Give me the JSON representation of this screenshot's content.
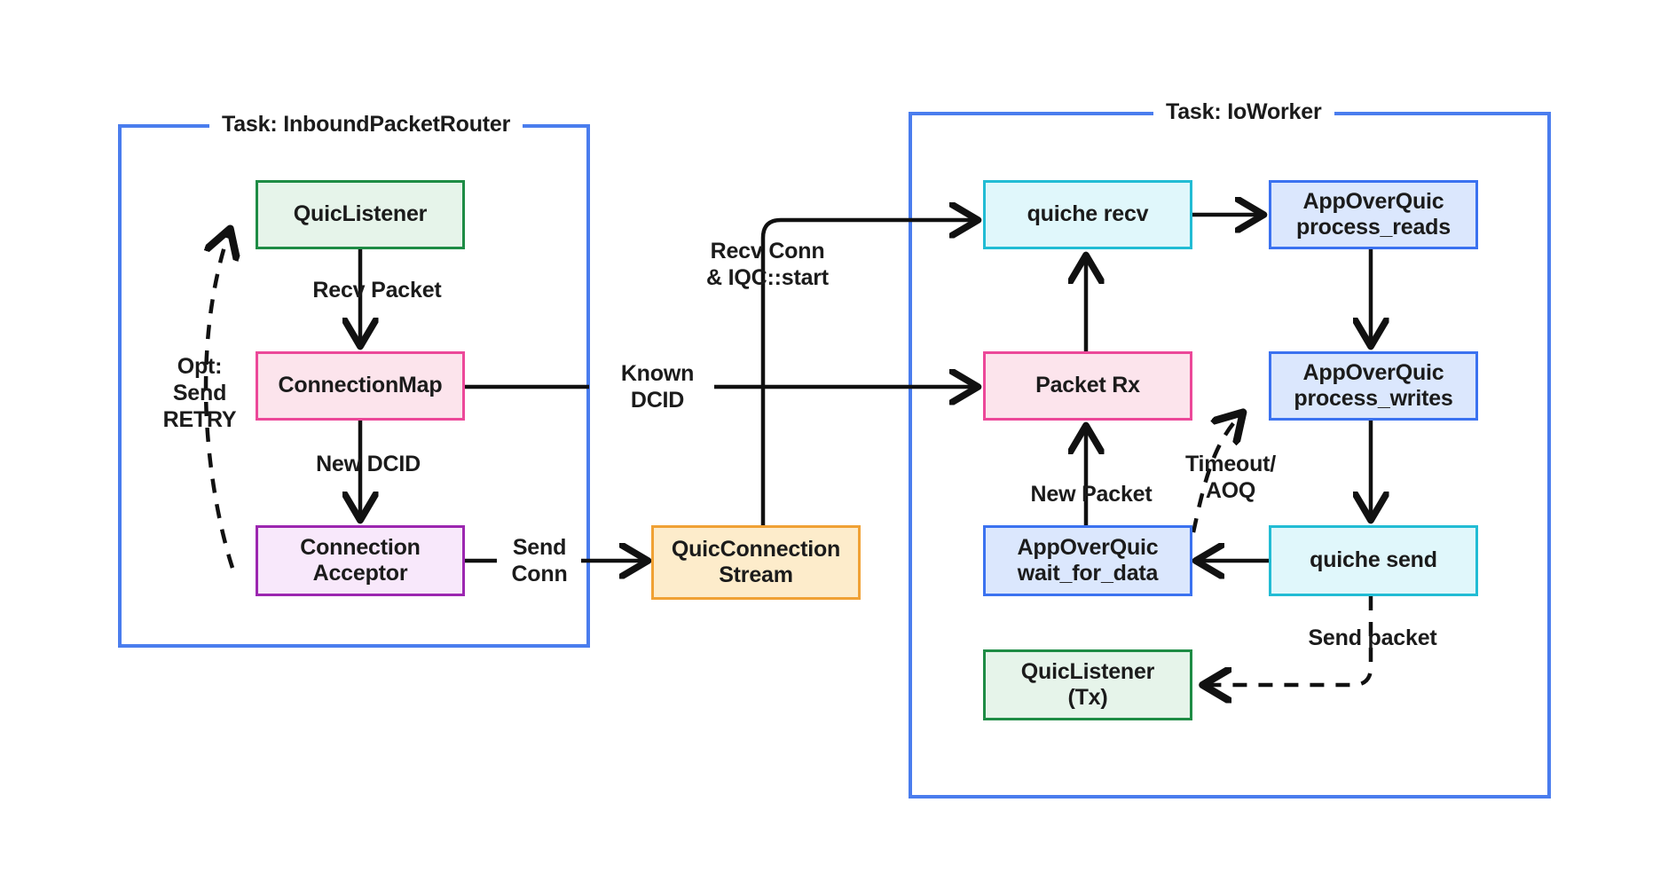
{
  "diagram": {
    "title_left_panel": "Task: InboundPacketRouter",
    "title_right_panel": "Task: IoWorker",
    "colors": {
      "panel_border": "#4a7dee",
      "green_border": "#1e8c45",
      "green_fill": "#e6f4ea",
      "pink_border": "#ec4899",
      "pink_fill": "#fce4ec",
      "purple_border": "#9c27b0",
      "purple_fill": "#f8e8fb",
      "orange_border": "#f0a135",
      "orange_fill": "#fdeccb",
      "cyan_border": "#22bcd4",
      "cyan_fill": "#e0f7fb",
      "blue_border": "#3b72f0",
      "blue_fill": "#dbe7fd",
      "arrow": "#111111"
    },
    "nodes": [
      {
        "id": "quic_listener_rx",
        "label": "QuicListener"
      },
      {
        "id": "connection_map",
        "label": "ConnectionMap"
      },
      {
        "id": "connection_acceptor",
        "label": "Connection\nAcceptor"
      },
      {
        "id": "quic_connection_stream",
        "label": "QuicConnection\nStream"
      },
      {
        "id": "quiche_recv",
        "label": "quiche recv"
      },
      {
        "id": "process_reads",
        "label": "AppOverQuic\nprocess_reads"
      },
      {
        "id": "packet_rx",
        "label": "Packet Rx"
      },
      {
        "id": "process_writes",
        "label": "AppOverQuic\nprocess_writes"
      },
      {
        "id": "wait_for_data",
        "label": "AppOverQuic\nwait_for_data"
      },
      {
        "id": "quiche_send",
        "label": "quiche send"
      },
      {
        "id": "quic_listener_tx",
        "label": "QuicListener\n(Tx)"
      }
    ],
    "edge_labels": [
      {
        "id": "recv_packet",
        "text": "Recv Packet"
      },
      {
        "id": "opt_send_retry",
        "text": "Opt:\nSend\nRETRY"
      },
      {
        "id": "new_dcid",
        "text": "New DCID"
      },
      {
        "id": "send_conn",
        "text": "Send\nConn"
      },
      {
        "id": "known_dcid",
        "text": "Known\nDCID"
      },
      {
        "id": "recv_conn",
        "text": "Recv Conn\n& IQC::start"
      },
      {
        "id": "new_packet",
        "text": "New Packet"
      },
      {
        "id": "timeout_aoq",
        "text": "Timeout/\nAOQ"
      },
      {
        "id": "send_packet",
        "text": "Send packet"
      }
    ]
  }
}
